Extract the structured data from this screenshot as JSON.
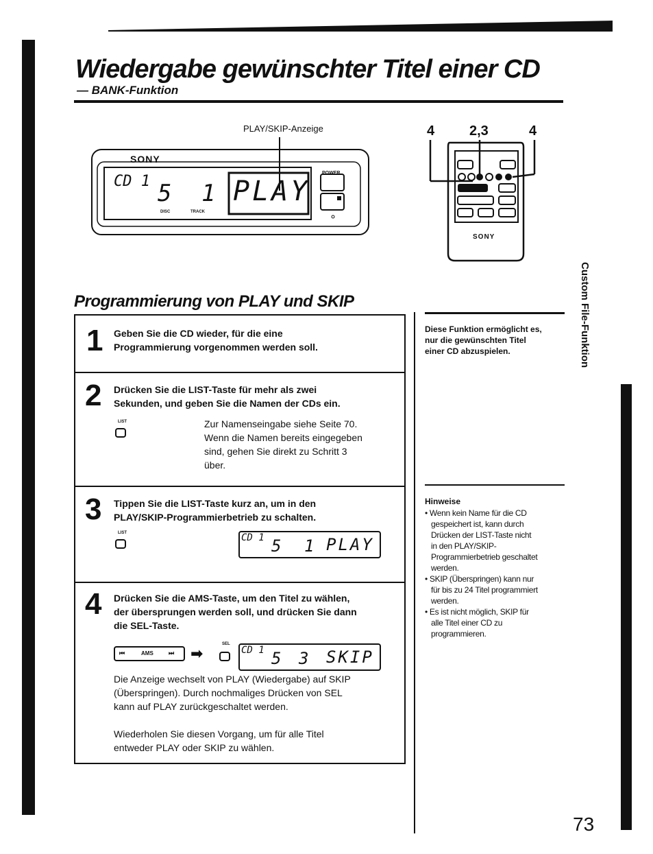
{
  "header": {
    "title": "Wiedergabe gewünschter Titel einer CD",
    "subtitle": "— BANK-Funktion"
  },
  "figure": {
    "lcd_label": "PLAY/SKIP-Anzeige",
    "brand": "SONY",
    "power_label": "POWER",
    "disc_label": "DISC",
    "track_label": "TRACK",
    "display": {
      "left": "CD 1",
      "disc": "5",
      "track": "1",
      "mode": "PLAY"
    },
    "remote_numbers": [
      "4",
      "2,3",
      "4"
    ],
    "remote_brand": "SONY"
  },
  "section": {
    "heading": "Programmierung von PLAY und SKIP"
  },
  "steps": [
    {
      "number": "1",
      "text_lines": [
        "Geben Sie die CD wieder, für die eine",
        "Programmierung vorgenommen werden soll."
      ]
    },
    {
      "number": "2",
      "text_lines": [
        "Drücken Sie die LIST-Taste für mehr als zwei",
        "Sekunden, und geben Sie die Namen der CDs ein."
      ],
      "button_label": "LIST",
      "note_lines": [
        "Zur Namenseingabe siehe Seite 70.",
        "Wenn die Namen bereits eingegeben",
        "sind, gehen Sie direkt zu Schritt 3",
        "über."
      ]
    },
    {
      "number": "3",
      "text_lines": [
        "Tippen Sie die LIST-Taste kurz an, um in den",
        "PLAY/SKIP-Programmierbetrieb zu schalten."
      ],
      "button_label": "LIST",
      "display": {
        "left": "CD 1",
        "disc": "5",
        "track": "1",
        "mode": "PLAY"
      }
    },
    {
      "number": "4",
      "text_lines": [
        "Drücken Sie die AMS-Taste, um den Titel zu wählen,",
        "der übersprungen werden soll, und drücken Sie dann",
        "die SEL-Taste."
      ],
      "ams_label": "AMS",
      "sel_label": "SEL",
      "display": {
        "left": "CD 1",
        "disc": "5",
        "track": "3",
        "mode": "SKIP"
      },
      "para1_lines": [
        "Die Anzeige wechselt von PLAY (Wiedergabe) auf SKIP",
        "(Überspringen). Durch nochmaliges Drücken von SEL",
        "kann auf PLAY zurückgeschaltet werden."
      ],
      "para2_lines": [
        "Wiederholen Sie diesen Vorgang, um für alle Titel",
        "entweder PLAY oder SKIP zu wählen."
      ]
    }
  ],
  "sidebar": {
    "intro_lines": [
      "Diese Funktion ermöglicht es,",
      "nur die gewünschten Titel",
      "einer CD abzuspielen."
    ],
    "hinweise_title": "Hinweise",
    "notes": [
      [
        "• Wenn kein Name für die CD",
        "gespeichert ist, kann durch",
        "Drücken der LIST-Taste nicht",
        "in den PLAY/SKIP-",
        "Programmierbetrieb geschaltet",
        "werden."
      ],
      [
        "• SKIP (Überspringen) kann nur",
        "für bis zu 24 Titel programmiert",
        "werden."
      ],
      [
        "• Es ist nicht möglich, SKIP für",
        "alle Titel einer CD zu",
        "programmieren."
      ]
    ],
    "vertical_label": "Custom File-Funktion"
  },
  "page_number": "73"
}
